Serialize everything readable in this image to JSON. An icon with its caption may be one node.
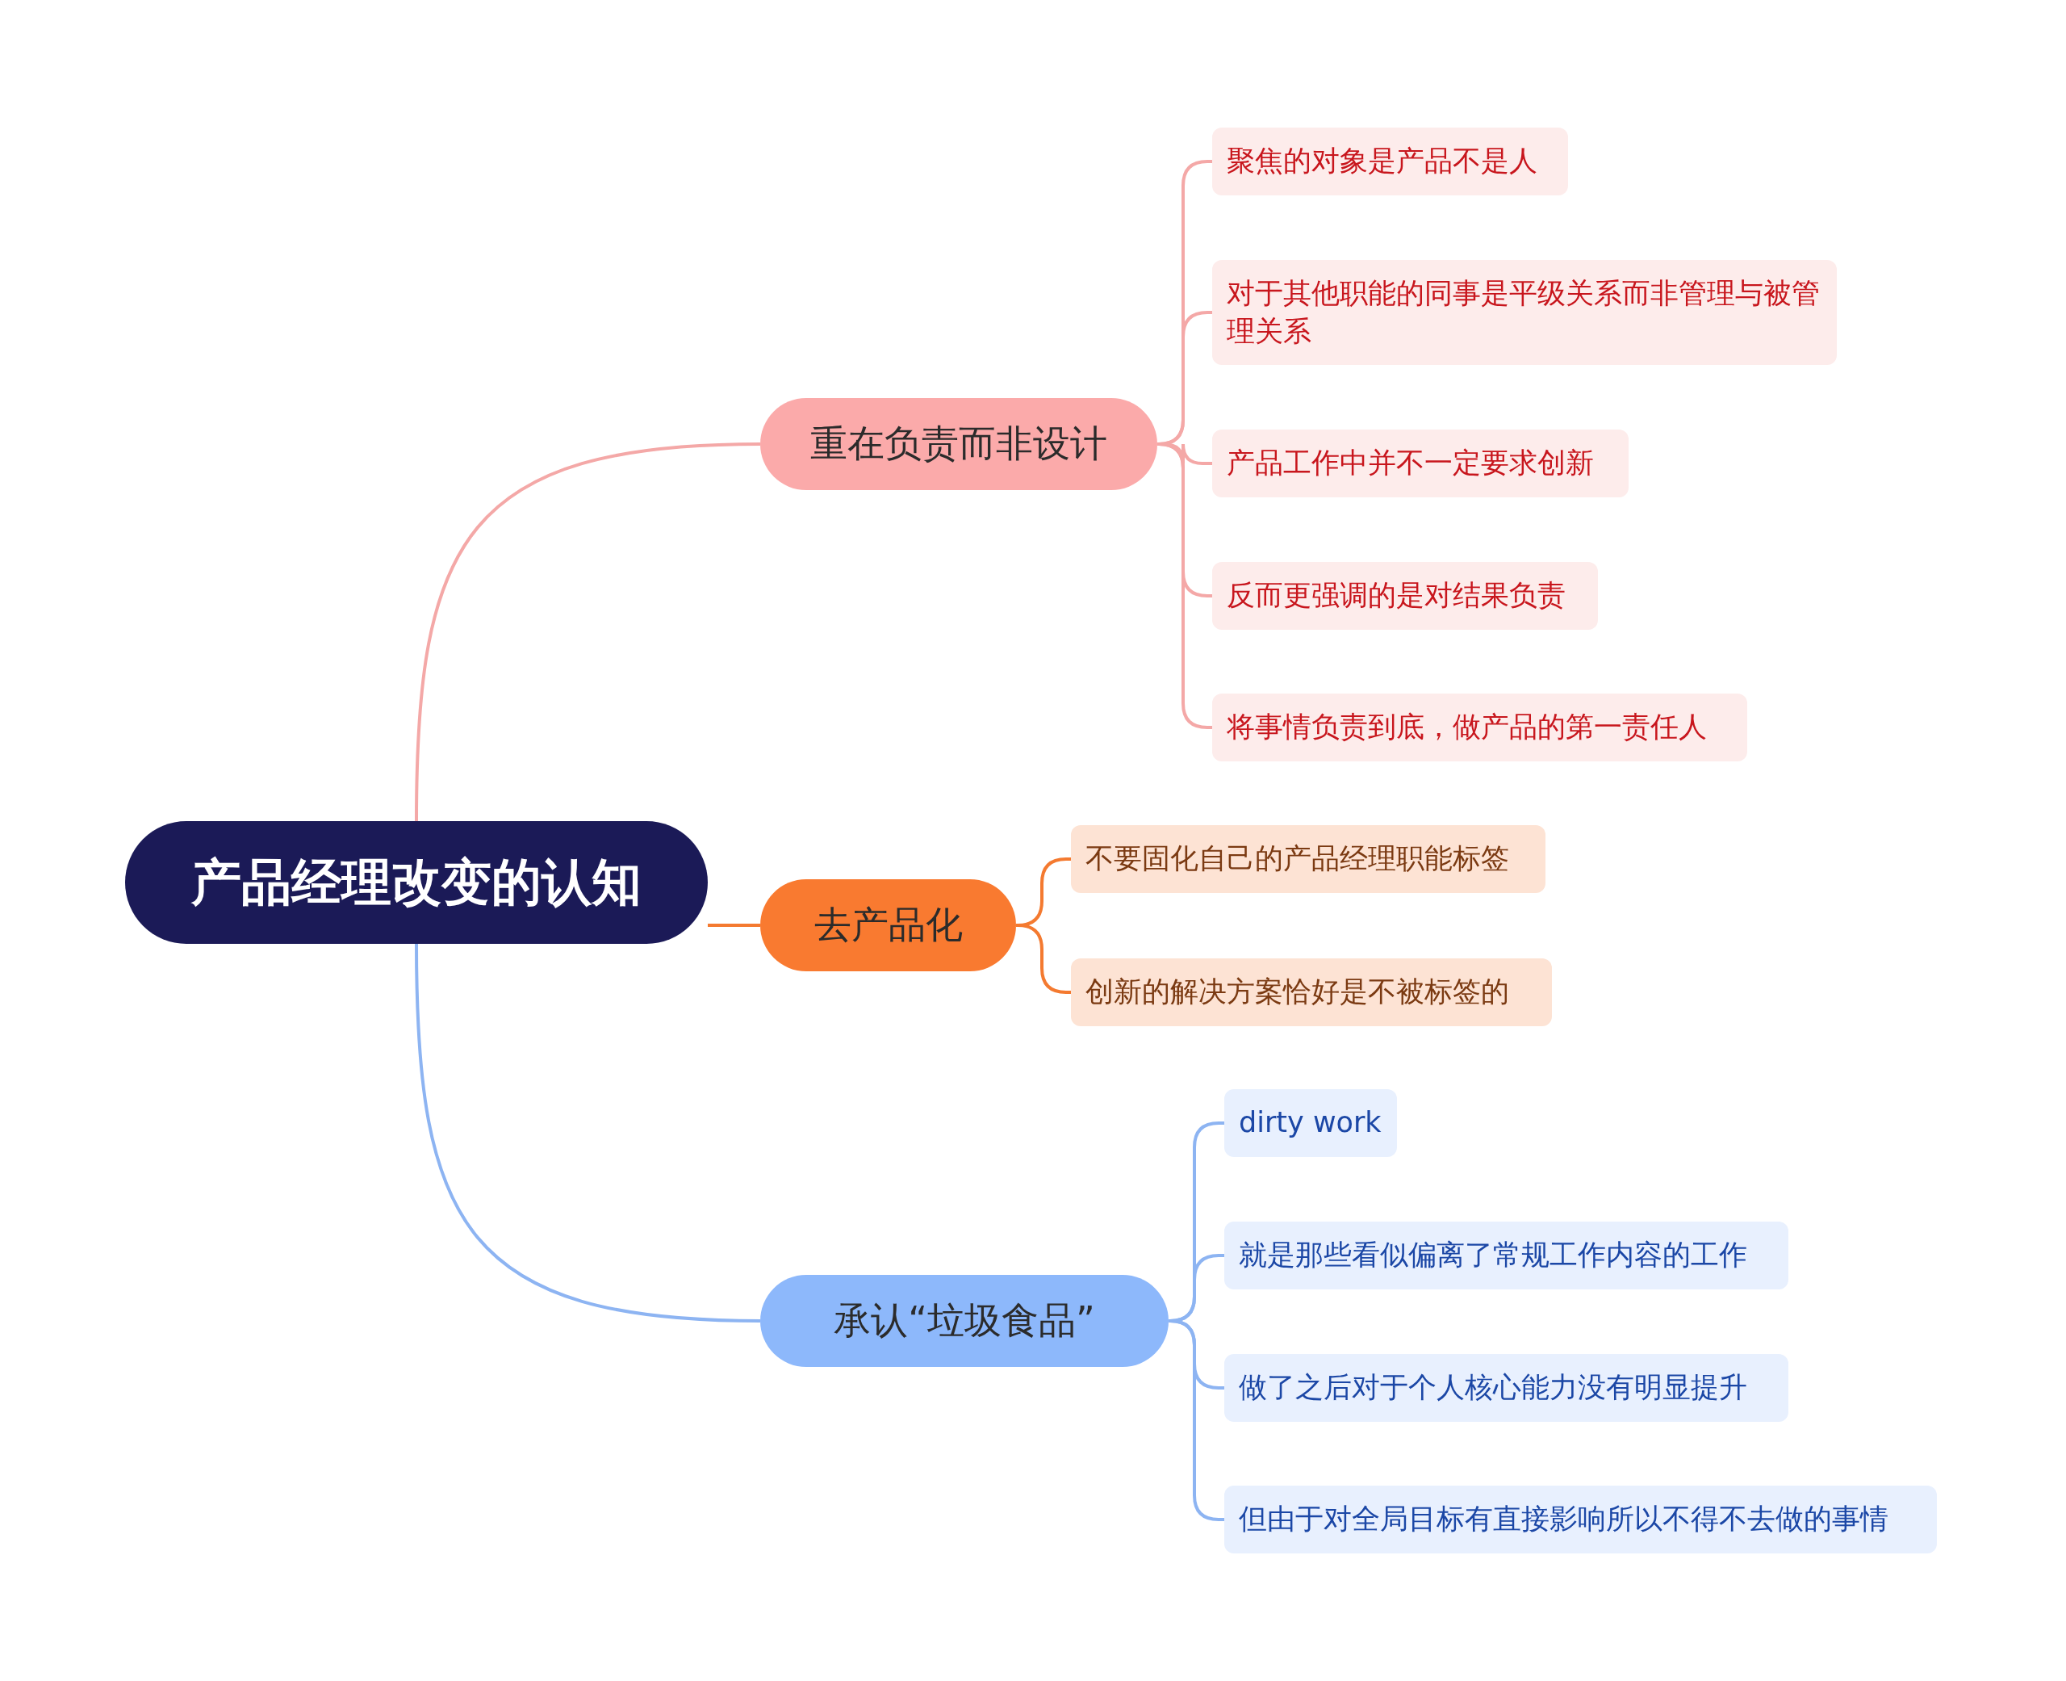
{
  "diagram": {
    "nodes": [
      {
        "text": [
          "产品经理改变的认知"
        ]
      },
      {
        "text": [
          "重在负责而非设计"
        ]
      },
      {
        "text": [
          "聚焦的对象是产品不是人"
        ]
      },
      {
        "text": [
          "对于其他职能的同事是平级关系而非管理与被管理关系"
        ]
      },
      {
        "text": [
          "产品工作中并不一定要求创新"
        ]
      },
      {
        "text": [
          "反而更强调的是对结果负责"
        ]
      },
      {
        "text": [
          "将事情负责到底，做产品的第一责任人"
        ]
      },
      {
        "text": [
          "去产品化"
        ]
      },
      {
        "text": [
          "不要固化自己的产品经理职能标签"
        ]
      },
      {
        "text": [
          "创新的解决方案恰好是不被标签的"
        ]
      },
      {
        "text": [
          "承认“垃圾食品”"
        ]
      },
      {
        "text": [
          "dirty work"
        ]
      },
      {
        "text": [
          "就是那些看似偏离了常规工作内容的工作"
        ]
      },
      {
        "text": [
          "做了之后对于个人核心能力没有明显提升"
        ]
      },
      {
        "text": [
          "但由于对全局目标有直接影响所以不得不去做的事情"
        ]
      }
    ],
    "edges": [
      {
        "from": 0,
        "to": 1,
        "arrow": "none"
      },
      {
        "from": 1,
        "to": 2,
        "arrow": "none"
      },
      {
        "from": 1,
        "to": 3,
        "arrow": "none"
      },
      {
        "from": 1,
        "to": 4,
        "arrow": "none"
      },
      {
        "from": 1,
        "to": 5,
        "arrow": "none"
      },
      {
        "from": 1,
        "to": 6,
        "arrow": "none"
      },
      {
        "from": 0,
        "to": 7,
        "arrow": "none",
        "color": "#f47a30"
      },
      {
        "from": 7,
        "to": 8,
        "arrow": "none",
        "color": "#f47a30"
      },
      {
        "from": 7,
        "to": 9,
        "arrow": "none",
        "color": "#f47a30"
      },
      {
        "from": 0,
        "to": 10,
        "arrow": "none",
        "color": "#8db4f2"
      },
      {
        "from": 10,
        "to": 11,
        "arrow": "none",
        "color": "#8db4f2"
      },
      {
        "from": 10,
        "to": 12,
        "arrow": "none",
        "color": "#8db4f2"
      },
      {
        "from": 10,
        "to": 13,
        "arrow": "none",
        "color": "#8db4f2"
      },
      {
        "from": 10,
        "to": 14,
        "arrow": "none",
        "color": "#8db4f2"
      }
    ]
  }
}
